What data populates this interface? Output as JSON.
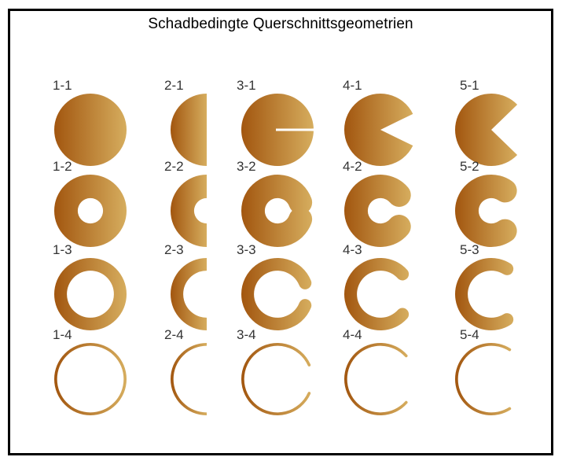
{
  "title": "Schadbedingte Querschnittsgeometrien",
  "colors": {
    "light": "#d6ad5e",
    "dark": "#a2560f",
    "background": "#ffffff",
    "border": "#000000"
  },
  "rows": [
    [
      "1-1",
      "2-1",
      "3-1",
      "4-1",
      "5-1"
    ],
    [
      "1-2",
      "2-2",
      "3-2",
      "4-2",
      "5-2"
    ],
    [
      "1-3",
      "2-3",
      "3-3",
      "4-3",
      "5-3"
    ],
    [
      "1-4",
      "2-4",
      "3-4",
      "4-4",
      "5-4"
    ]
  ],
  "shapes": {
    "columns": [
      "full-ring",
      "half-ring",
      "slit-ring",
      "narrow-gap-ring",
      "wide-gap-ring"
    ],
    "inner_radius_fraction_by_row": [
      0,
      0.35,
      0.65,
      0.92
    ]
  }
}
